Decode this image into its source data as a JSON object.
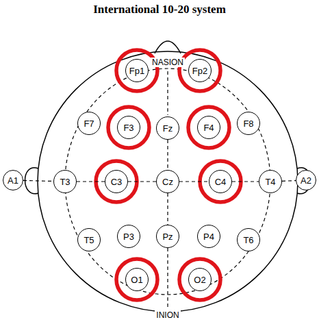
{
  "diagram": {
    "title": "International 10-20 system",
    "nodes": [
      {
        "text": [
          "Fp1"
        ]
      },
      {
        "text": [
          "Fp2"
        ]
      },
      {
        "text": [
          "F7"
        ]
      },
      {
        "text": [
          "F3"
        ]
      },
      {
        "text": [
          "Fz"
        ]
      },
      {
        "text": [
          "F4"
        ]
      },
      {
        "text": [
          "F8"
        ]
      },
      {
        "text": [
          "A1"
        ]
      },
      {
        "text": [
          "T3"
        ]
      },
      {
        "text": [
          "C3"
        ]
      },
      {
        "text": [
          "Cz"
        ]
      },
      {
        "text": [
          "C4"
        ]
      },
      {
        "text": [
          "T4"
        ]
      },
      {
        "text": [
          "A2"
        ]
      },
      {
        "text": [
          "T5"
        ]
      },
      {
        "text": [
          "P3"
        ]
      },
      {
        "text": [
          "Pz"
        ]
      },
      {
        "text": [
          "P4"
        ]
      },
      {
        "text": [
          "T6"
        ]
      },
      {
        "text": [
          "O1"
        ]
      },
      {
        "text": [
          "O2"
        ]
      }
    ],
    "edges": [
      {
        "from": 7,
        "to": 8,
        "arrow": "none"
      },
      {
        "from": 8,
        "to": 9,
        "arrow": "none"
      },
      {
        "from": 9,
        "to": 10,
        "arrow": "none"
      },
      {
        "from": 10,
        "to": 11,
        "arrow": "none"
      },
      {
        "from": 11,
        "to": 12,
        "arrow": "none"
      },
      {
        "from": 12,
        "to": 13,
        "arrow": "none"
      },
      {
        "from": 4,
        "to": 10,
        "arrow": "none"
      },
      {
        "from": 10,
        "to": 16,
        "arrow": "none"
      }
    ],
    "labels": [
      "NASION",
      "INION"
    ]
  }
}
